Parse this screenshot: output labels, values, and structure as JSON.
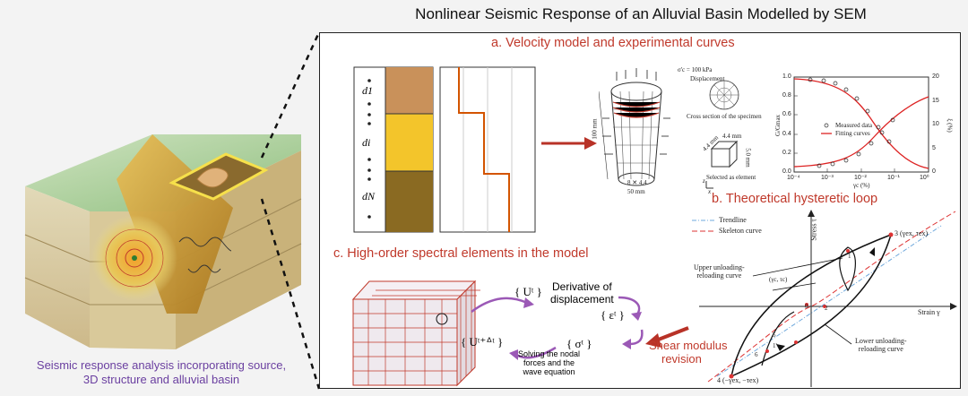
{
  "title": "Nonlinear Seismic Response of an Alluvial Basin Modelled by SEM",
  "caption_left": [
    "Seismic response analysis incorporating source,",
    "3D structure and alluvial basin"
  ],
  "panel_a": {
    "heading": "a. Velocity model and experimental curves",
    "layer_labels": [
      "d1",
      "di",
      "dN"
    ],
    "specimen_labels": {
      "stress": "σ'c = 100 kPa",
      "displacement": "Displacement",
      "cross_section": "Cross section of the specimen",
      "selected": "Selected as element",
      "height": "100 mm",
      "diameter": "50 mm",
      "cube_w": "4.4 mm",
      "cube_d": "4.4 mm",
      "cube_h": "5.0 mm",
      "radial": "8 ✕ 4.4",
      "axis_z": "z",
      "axis_x": "x"
    },
    "curve_plot": {
      "y_left_label": "G/Gmax",
      "y_right_label": "ξ (%)",
      "x_label": "γc (%)",
      "y_left_ticks": [
        "0.0",
        "0.2",
        "0.4",
        "0.6",
        "0.8",
        "1.0"
      ],
      "y_right_ticks": [
        "0",
        "5",
        "10",
        "15",
        "20"
      ],
      "x_ticks": [
        "10⁻⁴",
        "10⁻³",
        "10⁻²",
        "10⁻¹",
        "10⁰"
      ],
      "legend_measured": "Measured data",
      "legend_fitting": "Fitting curves"
    }
  },
  "panel_b": {
    "heading": "b. Theoretical hysteretic loop",
    "legend_trendline": "Trendline",
    "legend_skeleton": "Skeleton curve",
    "stress_label": "Stress τ",
    "strain_label": "Strain γ",
    "upper_label": [
      "Upper unloading-",
      "reloading curve"
    ],
    "lower_label": [
      "Lower unloading-",
      "reloading curve"
    ],
    "point3": "3 (γex, τex)",
    "point4": "4 (−γex, −τex)",
    "point_c": "(γc, τc)",
    "points": [
      "1",
      "2",
      "0",
      "5",
      "6",
      "1'"
    ]
  },
  "panel_c": {
    "heading": "c. High-order spectral elements in the model",
    "u_t": "{ Uᵗ }",
    "derivative": [
      "Derivative of",
      "displacement"
    ],
    "epsilon": "{ εᵗ }",
    "sigma": "{ σᵗ }",
    "u_next": "{ Uᵗ⁺ᐞᵗ }",
    "solving": [
      "Solving the nodal",
      "forces and the",
      "wave equation"
    ],
    "shear": [
      "Shear modulus",
      "revision"
    ]
  }
}
